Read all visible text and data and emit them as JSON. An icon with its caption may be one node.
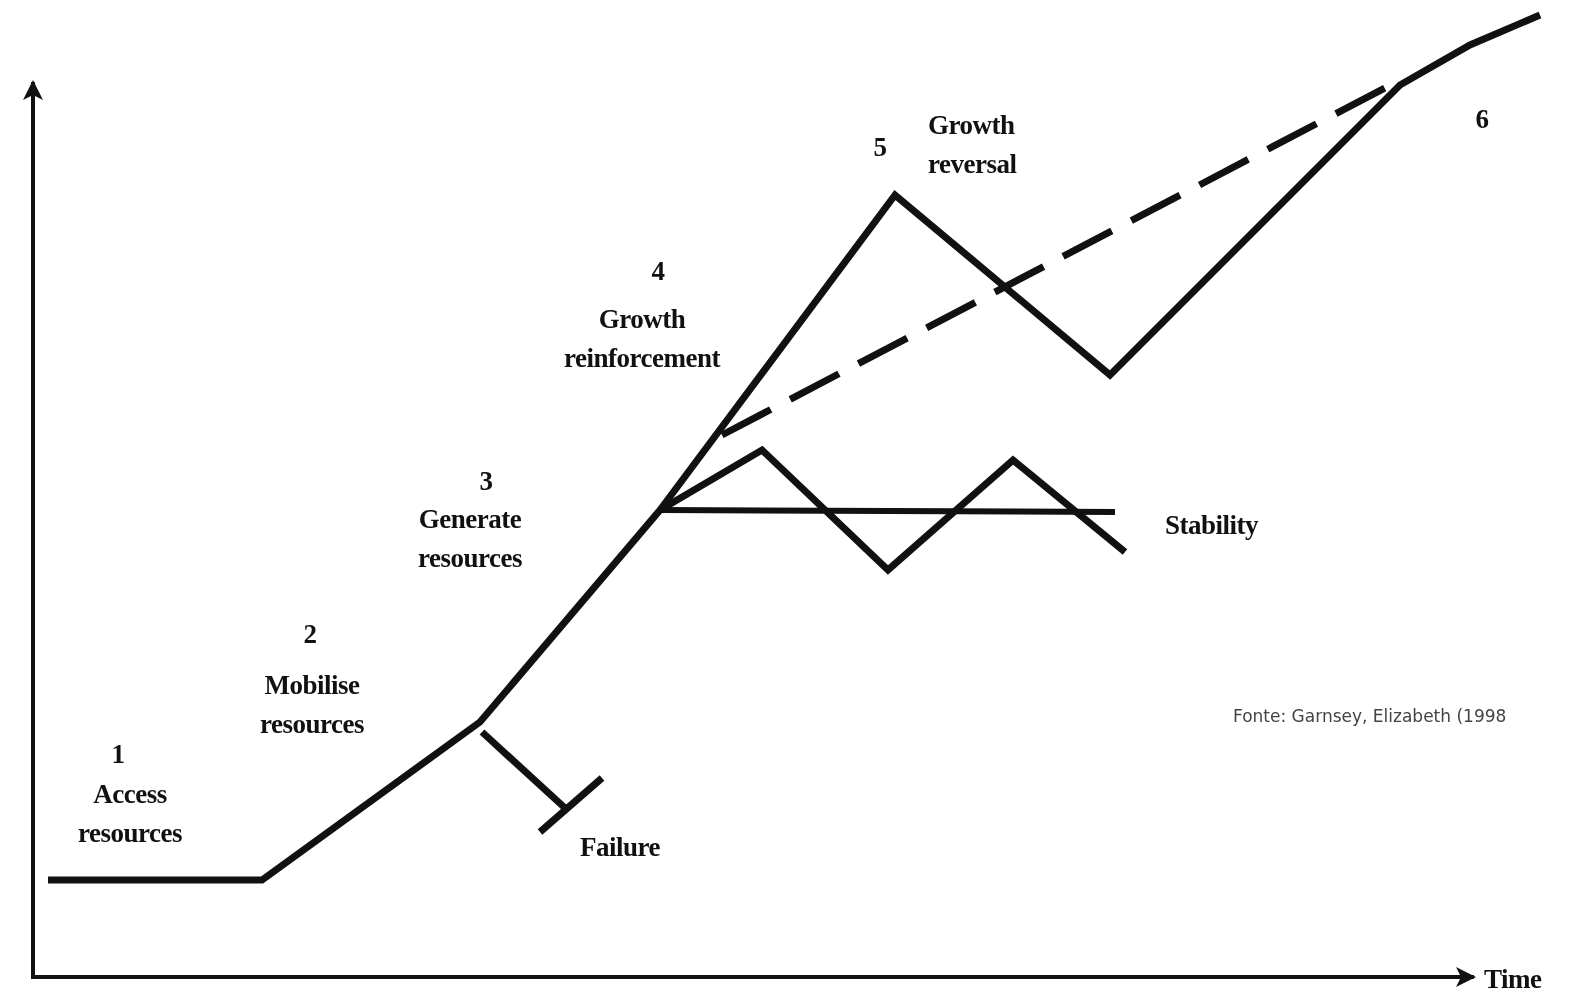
{
  "diagram": {
    "labels": [
      "1",
      "Access resources",
      "2",
      "Mobilise resources",
      "3",
      "Generate resources",
      "4",
      "Growth reinforcement",
      "5",
      "Growth reversal",
      "6",
      "Stability",
      "Failure",
      "Fonte: Garnsey, Elizabeth (1998",
      "Time"
    ]
  }
}
